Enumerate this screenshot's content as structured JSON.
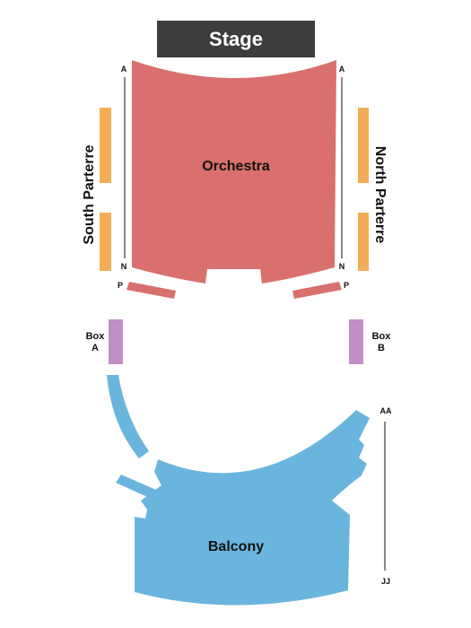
{
  "colors": {
    "stage": "#3d3d3d",
    "orchestra": "#d9706d",
    "parterre": "#f3ad57",
    "box": "#c28fc6",
    "balcony": "#6ab5dd"
  },
  "stage": {
    "label": "Stage"
  },
  "orchestra": {
    "label": "Orchestra",
    "row_top_left": "A",
    "row_bottom_left": "N",
    "row_top_right": "A",
    "row_bottom_right": "N",
    "row_p_left": "P",
    "row_p_right": "P"
  },
  "south_parterre": {
    "label": "South Parterre"
  },
  "north_parterre": {
    "label": "North Parterre"
  },
  "box_a": {
    "line1": "Box",
    "line2": "A"
  },
  "box_b": {
    "line1": "Box",
    "line2": "B"
  },
  "balcony": {
    "label": "Balcony",
    "row_top": "AA",
    "row_bottom": "JJ"
  }
}
